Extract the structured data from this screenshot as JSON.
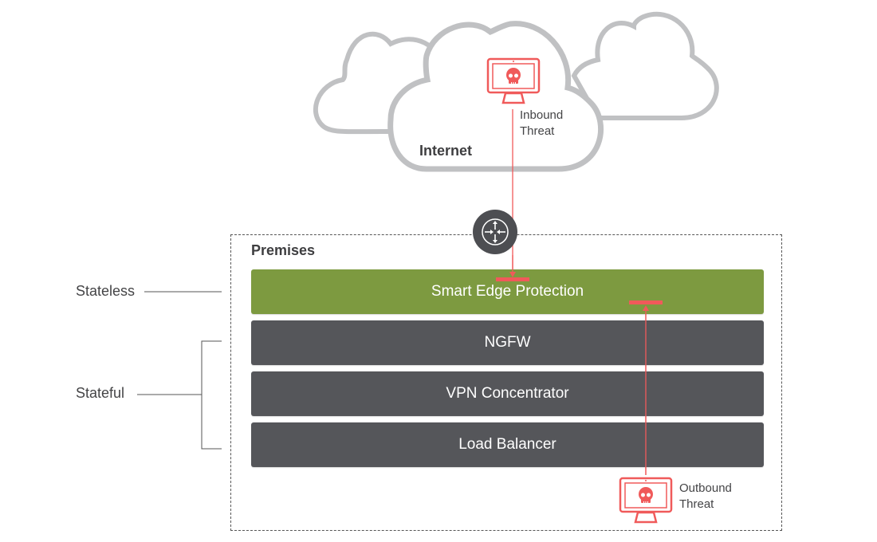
{
  "internet": {
    "label": "Internet"
  },
  "inbound_threat": {
    "line1": "Inbound",
    "line2": "Threat",
    "icon": "infected-monitor-icon"
  },
  "outbound_threat": {
    "line1": "Outbound",
    "line2": "Threat",
    "icon": "infected-monitor-icon"
  },
  "router": {
    "icon": "router-icon"
  },
  "premises": {
    "label": "Premises"
  },
  "layers": [
    {
      "label": "Smart Edge Protection",
      "type": "stateless"
    },
    {
      "label": "NGFW",
      "type": "stateful"
    },
    {
      "label": "VPN Concentrator",
      "type": "stateful"
    },
    {
      "label": "Load Balancer",
      "type": "stateful"
    }
  ],
  "side_labels": {
    "stateless": "Stateless",
    "stateful": "Stateful"
  },
  "colors": {
    "threat": "#f05a5a",
    "cloud_stroke": "#c0c1c3",
    "stateless_green": "#7d9a40",
    "stateful_dark": "#55565a",
    "router_fill": "#4d4e52"
  }
}
